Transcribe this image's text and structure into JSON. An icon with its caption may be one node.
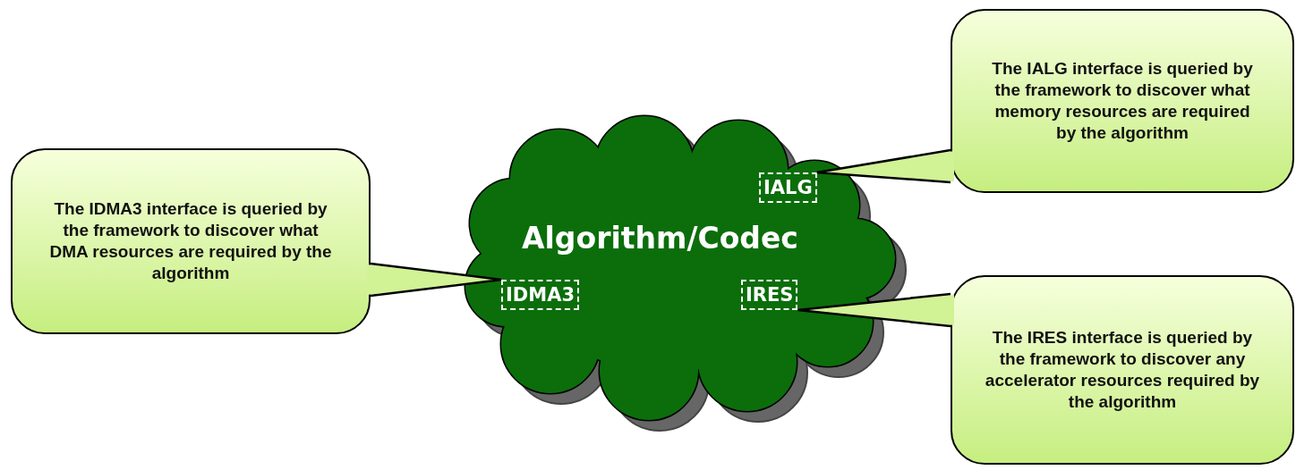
{
  "diagram": {
    "nodes": [
      {
        "text": [
          "The IALG interface is queried by the framework to discover what memory resources are required by the algorithm"
        ]
      },
      {
        "text": [
          "The IDMA3 interface is queried by the framework to discover what DMA resources are required by the algorithm"
        ]
      },
      {
        "text": [
          "Algorithm/Codec"
        ]
      },
      {
        "text": [
          "IALG"
        ],
        "in": 2
      },
      {
        "text": [
          "IDMA3"
        ],
        "in": 2
      },
      {
        "text": [
          "IRES"
        ],
        "in": 2
      },
      {
        "text": [
          "The IRES interface is queried by the framework to discover any accelerator resources required by the algorithm"
        ]
      }
    ],
    "edges": [
      {
        "from": 0,
        "to": 3,
        "arrow": "none"
      },
      {
        "from": 1,
        "to": 4,
        "arrow": "none"
      },
      {
        "from": 6,
        "to": 5,
        "arrow": "none"
      }
    ]
  }
}
